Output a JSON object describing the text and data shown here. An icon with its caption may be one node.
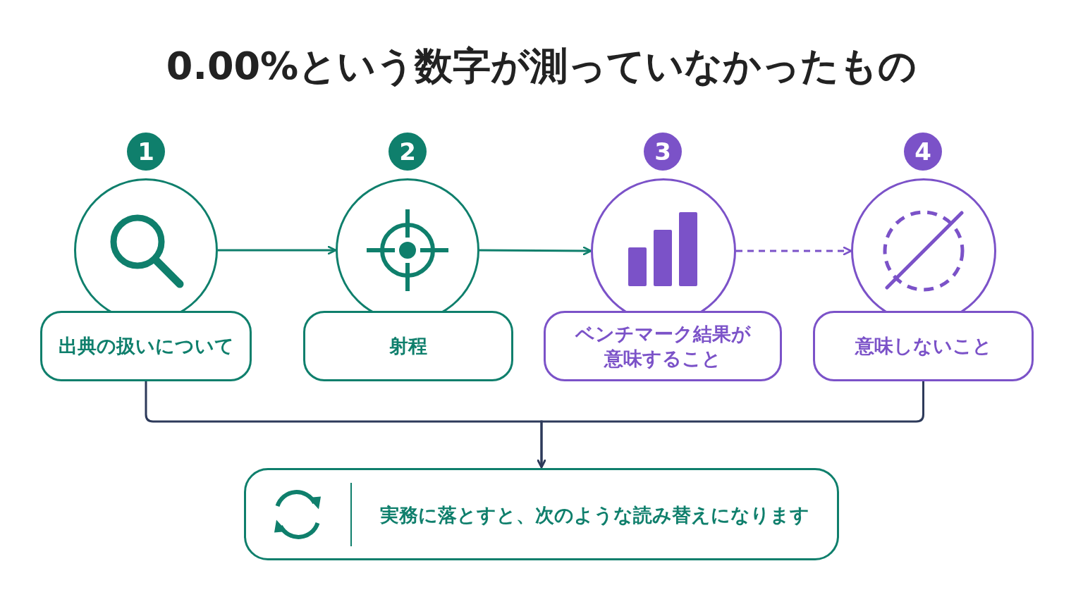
{
  "diagram": {
    "title": "0.00%という数字が測っていなかったもの",
    "nodes": [
      {
        "text": [
          "1"
        ]
      },
      {
        "text": [],
        "shape": "circle"
      },
      {
        "text": [
          "出典の扱いについて"
        ]
      },
      {
        "text": [
          "2"
        ]
      },
      {
        "text": [],
        "shape": "circle"
      },
      {
        "text": [
          "射程"
        ]
      },
      {
        "text": [
          "3"
        ]
      },
      {
        "text": [],
        "shape": "circle"
      },
      {
        "text": [
          "ベンチマーク結果が意味すること"
        ]
      },
      {
        "text": [
          "4"
        ]
      },
      {
        "text": [],
        "shape": "circle"
      },
      {
        "text": [
          "意味しないこと"
        ]
      },
      {
        "text": [
          "実務に落とすと、次のような読み替えになります"
        ]
      }
    ],
    "edges": [
      {
        "from": 1,
        "to": 4,
        "arrow": "to",
        "color": "#0f7f6c"
      },
      {
        "from": 4,
        "to": 7,
        "arrow": "to",
        "color": "#0f7f6c"
      },
      {
        "from": 7,
        "to": 10,
        "arrow": "to",
        "style": "dashed",
        "color": "#7b52c8"
      },
      {
        "from": 2,
        "to": 12,
        "arrow": "to",
        "color": "#2d3a5a"
      },
      {
        "from": 11,
        "to": 12,
        "arrow": "to",
        "color": "#2d3a5a"
      }
    ]
  }
}
